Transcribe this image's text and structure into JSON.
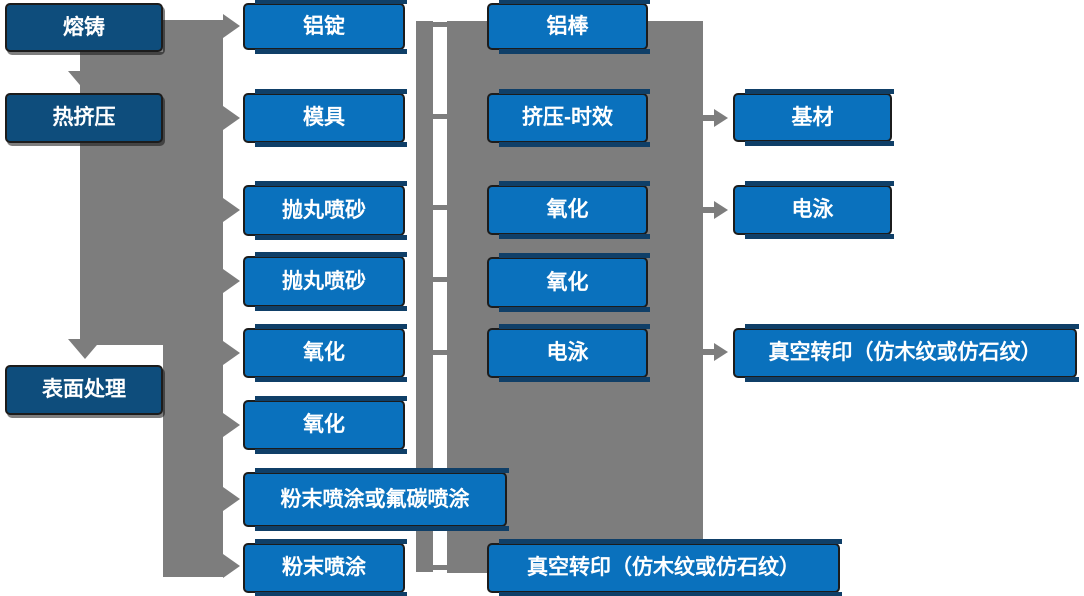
{
  "colors": {
    "process_box_dark_blue": "#0e4d7c",
    "step_box_blue": "#0a71bd",
    "accent_navy": "#0f3f68",
    "connector_gray": "#7d7d7d",
    "box_border": "#1c1c1c",
    "text": "#ffffff"
  },
  "nodes": {
    "melt_cast": {
      "label": "熔铸"
    },
    "hot_extrusion": {
      "label": "热挤压"
    },
    "surface_treatment": {
      "label": "表面处理"
    },
    "aluminum_ingot": {
      "label": "铝锭"
    },
    "mold": {
      "label": "模具"
    },
    "shot_blast_1": {
      "label": "抛丸喷砂"
    },
    "shot_blast_2": {
      "label": "抛丸喷砂"
    },
    "oxidation_1": {
      "label": "氧化"
    },
    "oxidation_2": {
      "label": "氧化"
    },
    "powder_fluorocarbon": {
      "label": "粉末喷涂或氟碳喷涂"
    },
    "powder_coating": {
      "label": "粉末喷涂"
    },
    "aluminum_rod": {
      "label": "铝棒"
    },
    "extrusion_aging": {
      "label": "挤压-时效"
    },
    "oxidation_3": {
      "label": "氧化"
    },
    "oxidation_4": {
      "label": "氧化"
    },
    "electrophoresis_1": {
      "label": "电泳"
    },
    "vacuum_transfer_1": {
      "label": "真空转印（仿木纹或仿石纹）"
    },
    "base_material": {
      "label": "基材"
    },
    "electrophoresis_2": {
      "label": "电泳"
    },
    "vacuum_transfer_2": {
      "label": "真空转印（仿木纹或仿石纹）"
    }
  }
}
